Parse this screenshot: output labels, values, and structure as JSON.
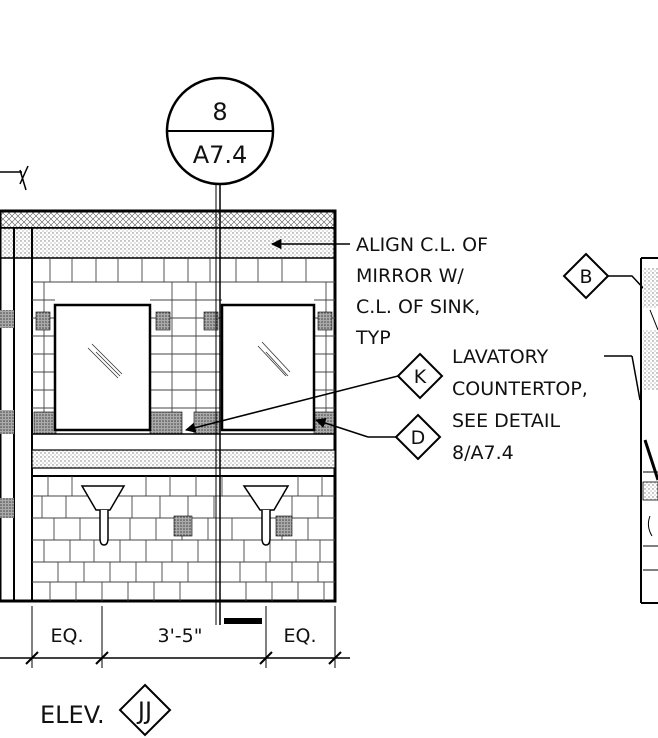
{
  "section_marker": {
    "number": "8",
    "sheet": "A7.4"
  },
  "notes": {
    "align_line1": "ALIGN C.L. OF",
    "align_line2": "MIRROR W/",
    "align_line3": "C.L. OF SINK,",
    "align_line4": "TYP",
    "lav_line1": "LAVATORY",
    "lav_line2": "COUNTERTOP,",
    "lav_line3": "SEE DETAIL",
    "lav_line4": "8/A7.4"
  },
  "tags": {
    "b": "B",
    "k": "K",
    "d": "D"
  },
  "dimensions": {
    "left_eq": "EQ.",
    "center": "3'-5\"",
    "right_eq": "EQ."
  },
  "elevation": {
    "label": "ELEV.",
    "tag": "JJ"
  }
}
